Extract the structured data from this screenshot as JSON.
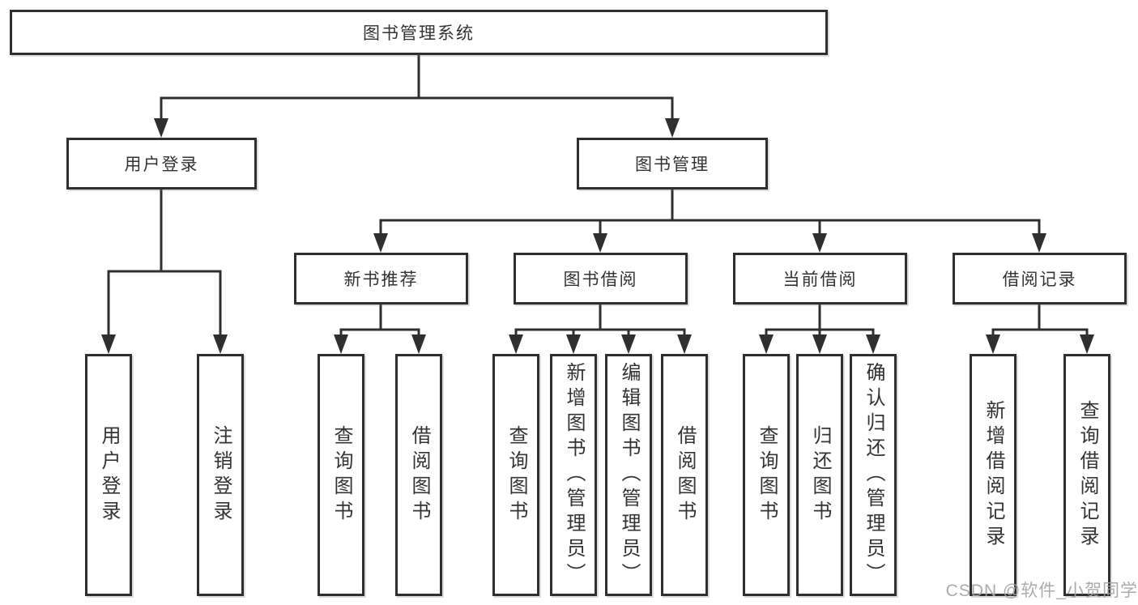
{
  "diagram": {
    "title_node": {
      "label": "图书管理系统"
    },
    "level2": [
      {
        "label": "用户登录"
      },
      {
        "label": "图书管理"
      }
    ],
    "level3": [
      {
        "label": "新书推荐"
      },
      {
        "label": "图书借阅"
      },
      {
        "label": "当前借阅"
      },
      {
        "label": "借阅记录"
      }
    ],
    "leaves": [
      {
        "parent": "用户登录",
        "label": "用户登录"
      },
      {
        "parent": "用户登录",
        "label": "注销登录"
      },
      {
        "parent": "新书推荐",
        "label": "查询图书"
      },
      {
        "parent": "新书推荐",
        "label": "借阅图书"
      },
      {
        "parent": "图书借阅",
        "label": "查询图书"
      },
      {
        "parent": "图书借阅",
        "label": "新增图书（管理员）"
      },
      {
        "parent": "图书借阅",
        "label": "编辑图书（管理员）"
      },
      {
        "parent": "图书借阅",
        "label": "借阅图书"
      },
      {
        "parent": "当前借阅",
        "label": "查询图书"
      },
      {
        "parent": "当前借阅",
        "label": "归还图书"
      },
      {
        "parent": "当前借阅",
        "label": "确认归还（管理员）"
      },
      {
        "parent": "借阅记录",
        "label": "新增借阅记录"
      },
      {
        "parent": "借阅记录",
        "label": "查询借阅记录"
      }
    ],
    "watermark": "CSDN @软件_小贺同学",
    "colors": {
      "line": "#2f2f2f",
      "border": "#2f2f2f",
      "text": "#333333",
      "watermark": "#a4a4a4",
      "background": "#ffffff"
    }
  }
}
